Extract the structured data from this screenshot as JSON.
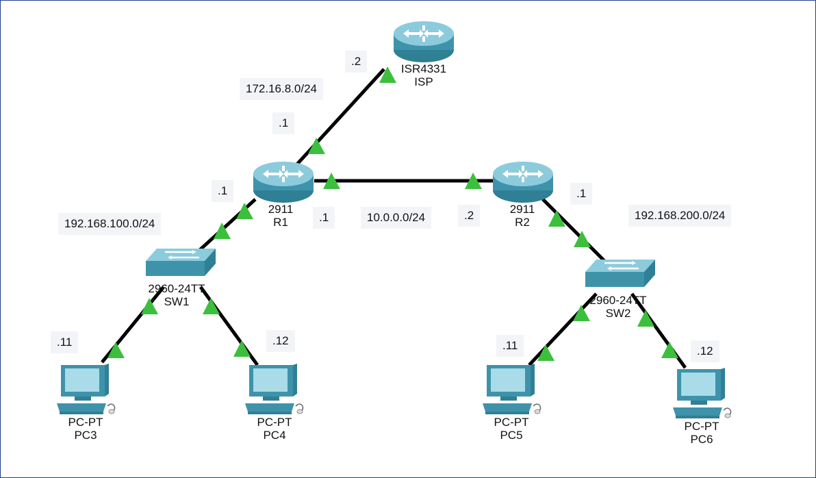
{
  "colors": {
    "link": "#000000",
    "port_up": "#3cbf3c",
    "label_bg": "#f3f4f8",
    "device": "#4ea7bf"
  },
  "devices": {
    "isp": {
      "model": "ISR4331",
      "name": "ISP"
    },
    "r1": {
      "model": "2911",
      "name": "R1"
    },
    "r2": {
      "model": "2911",
      "name": "R2"
    },
    "sw1": {
      "model": "2960-24TT",
      "name": "SW1"
    },
    "sw2": {
      "model": "2960-24TT",
      "name": "SW2"
    },
    "pc3": {
      "model": "PC-PT",
      "name": "PC3"
    },
    "pc4": {
      "model": "PC-PT",
      "name": "PC4"
    },
    "pc5": {
      "model": "PC-PT",
      "name": "PC5"
    },
    "pc6": {
      "model": "PC-PT",
      "name": "PC6"
    }
  },
  "networks": {
    "isp_r1": "172.16.8.0/24",
    "r1_r2": "10.0.0.0/24",
    "lan1": "192.168.100.0/24",
    "lan2": "192.168.200.0/24"
  },
  "hosts": {
    "isp": ".2",
    "r1_isp": ".1",
    "r1_lan": ".1",
    "r1_r2": ".1",
    "r2_r1": ".2",
    "r2_lan": ".1",
    "pc3": ".11",
    "pc4": ".12",
    "pc5": ".11",
    "pc6": ".12"
  }
}
